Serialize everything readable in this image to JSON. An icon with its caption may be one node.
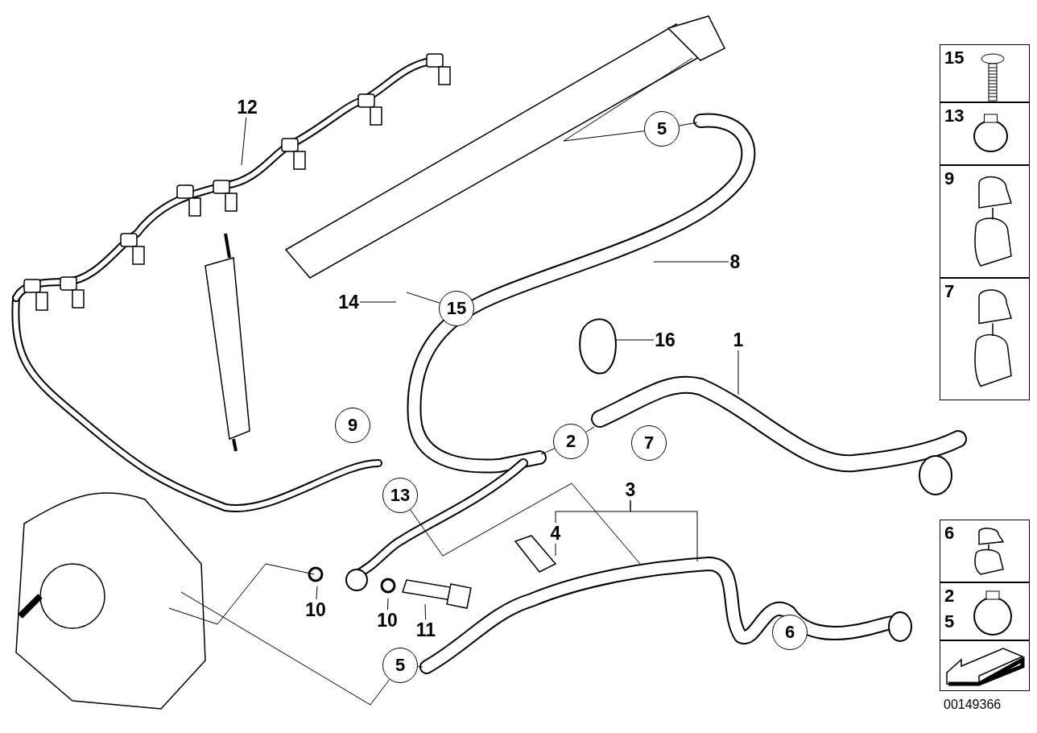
{
  "diagram": {
    "nodes": [
      {
        "text": [
          "12"
        ]
      },
      {
        "text": [
          "5"
        ]
      },
      {
        "text": [
          "8"
        ]
      },
      {
        "text": [
          "14"
        ]
      },
      {
        "text": [
          "15"
        ]
      },
      {
        "text": [
          "16"
        ]
      },
      {
        "text": [
          "1"
        ]
      },
      {
        "text": [
          "9"
        ]
      },
      {
        "text": [
          "2"
        ]
      },
      {
        "text": [
          "7"
        ]
      },
      {
        "text": [
          "13"
        ]
      },
      {
        "text": [
          "3"
        ]
      },
      {
        "text": [
          "4"
        ]
      },
      {
        "text": [
          "10"
        ]
      },
      {
        "text": [
          "10"
        ]
      },
      {
        "text": [
          "11"
        ]
      },
      {
        "text": [
          "5"
        ]
      },
      {
        "text": [
          "6"
        ]
      },
      {
        "text": [
          "15"
        ]
      },
      {
        "text": [
          "13"
        ]
      },
      {
        "text": [
          "9"
        ]
      },
      {
        "text": [
          "7"
        ]
      },
      {
        "text": [
          "6"
        ]
      },
      {
        "text": [
          "2",
          "5"
        ]
      },
      {
        "text": [],
        "shape": "box"
      }
    ],
    "edges": [
      {
        "from": 0,
        "to": null,
        "arrow": "none"
      },
      {
        "from": 1,
        "to": null,
        "arrow": "none"
      },
      {
        "from": 1,
        "to": null,
        "arrow": "none"
      },
      {
        "from": 2,
        "to": null,
        "arrow": "none"
      },
      {
        "from": 3,
        "to": null,
        "arrow": "none"
      },
      {
        "from": 4,
        "to": null,
        "arrow": "none"
      },
      {
        "from": 5,
        "to": null,
        "arrow": "none"
      },
      {
        "from": 6,
        "to": null,
        "arrow": "none"
      },
      {
        "from": 8,
        "to": null,
        "arrow": "none"
      },
      {
        "from": 8,
        "to": null,
        "arrow": "none"
      },
      {
        "from": 10,
        "to": null,
        "arrow": "none"
      },
      {
        "from": 11,
        "to": 12,
        "arrow": "none"
      },
      {
        "from": 11,
        "to": null,
        "arrow": "none"
      },
      {
        "from": 12,
        "to": null,
        "arrow": "none"
      },
      {
        "from": 13,
        "to": null,
        "arrow": "none"
      },
      {
        "from": 14,
        "to": null,
        "arrow": "none"
      },
      {
        "from": 15,
        "to": null,
        "arrow": "none"
      },
      {
        "from": 16,
        "to": null,
        "arrow": "none"
      },
      {
        "from": 16,
        "to": null,
        "arrow": "none"
      }
    ],
    "labels": [
      "00149366"
    ]
  }
}
